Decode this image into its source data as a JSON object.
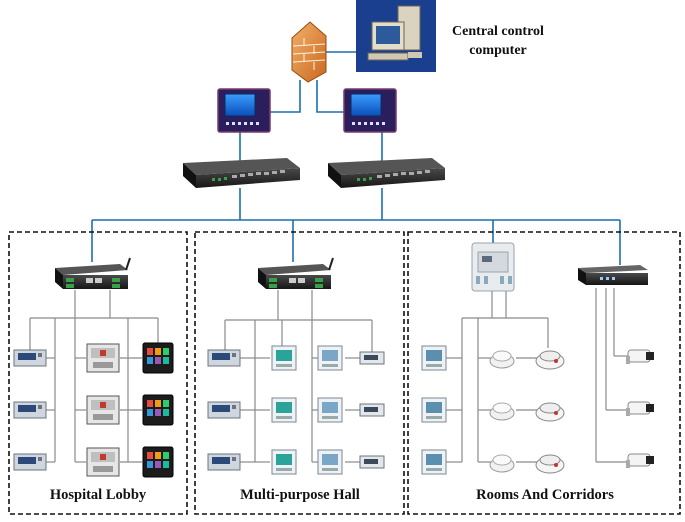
{
  "central": {
    "label_line1": "Central control",
    "label_line2": "computer"
  },
  "zones": [
    {
      "label": "Hospital Lobby"
    },
    {
      "label": "Multi-purpose Hall"
    },
    {
      "label": "Rooms And Corridors"
    }
  ],
  "colors": {
    "wire_blue": "#1a6fb0",
    "wire_gray": "#8a8a8a",
    "hmi_frame": "#2b1e5c",
    "hmi_screen": "#1a78e0",
    "firewall": "#e08a3a",
    "switch": "#2a2a2a",
    "monitor_bg": "#1b3f8f"
  },
  "icons": {
    "central_computer": "desktop-computer-icon",
    "firewall": "firewall-icon",
    "hmi": "touch-panel-icon",
    "switch": "network-switch-icon",
    "gateway": "communication-gateway-icon",
    "meter": "power-meter-icon",
    "detector": "smoke-detector-icon",
    "camera": "bullet-camera-icon"
  }
}
